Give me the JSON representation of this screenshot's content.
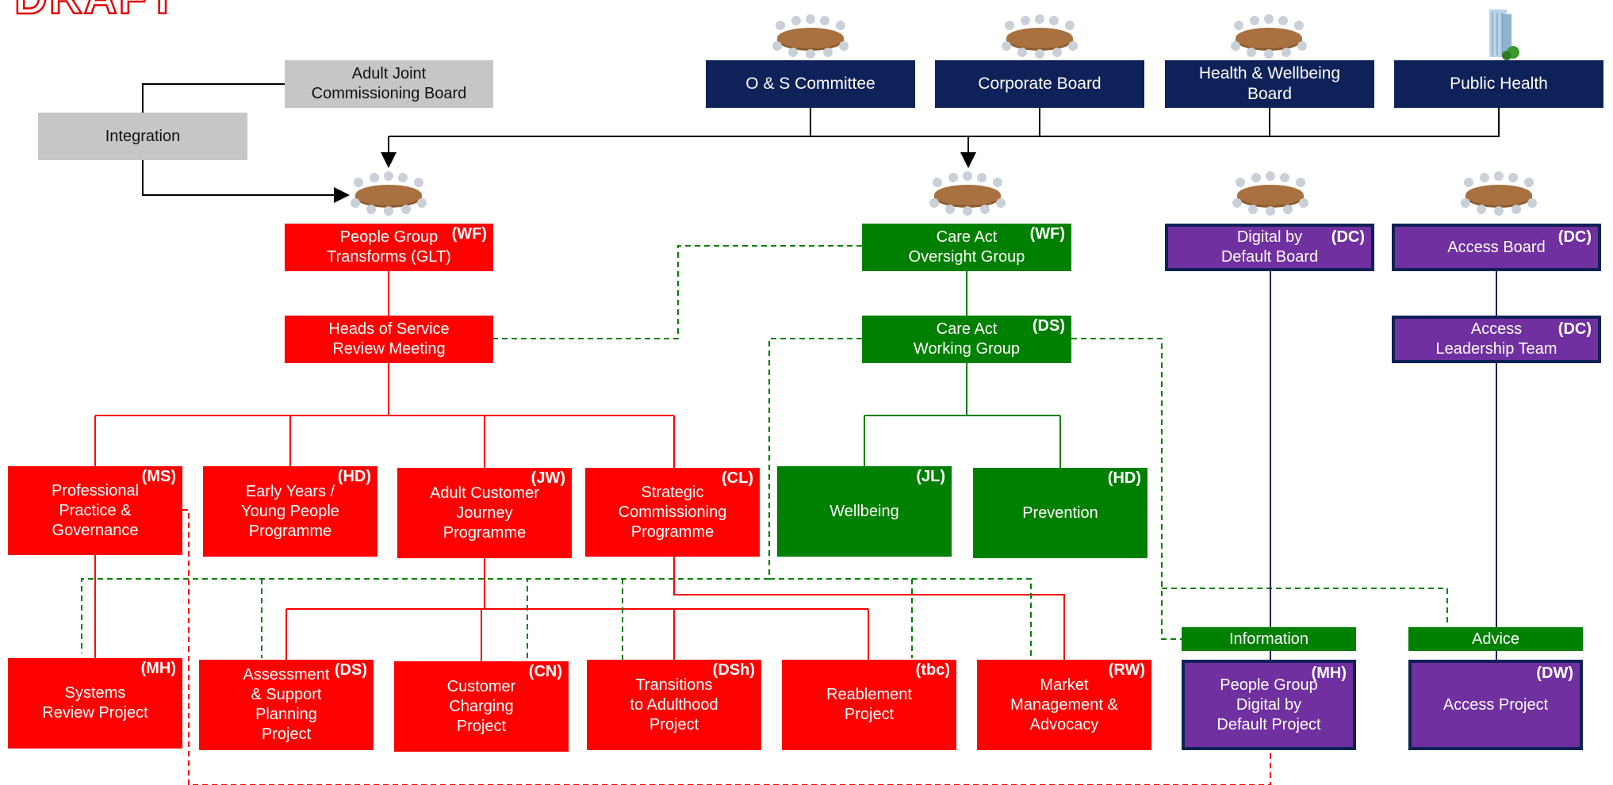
{
  "watermark": "DRAFT",
  "colors": {
    "navy": "#0e2158",
    "grey": "#c6c6c6",
    "red": "#ff0000",
    "green": "#008000",
    "purple": "#7030a0"
  },
  "top_boards": {
    "os_committee": "O & S Committee",
    "corporate_board": "Corporate Board",
    "health_wellbeing_board": "Health & Wellbeing\nBoard",
    "public_health": "Public Health"
  },
  "integration": {
    "adult_joint": "Adult Joint\nCommissioning Board",
    "integration": "Integration"
  },
  "people_stream": {
    "glt": {
      "label": "People Group\nTransforms (GLT)",
      "initials": "(WF)"
    },
    "heads_of_service": {
      "label": "Heads of Service\nReview Meeting"
    },
    "programmes": [
      {
        "label": "Professional\nPractice &\nGovernance",
        "initials": "(MS)"
      },
      {
        "label": "Early Years /\nYoung People\nProgramme",
        "initials": "(HD)"
      },
      {
        "label": "Adult Customer\nJourney\nProgramme",
        "initials": "(JW)"
      },
      {
        "label": "Strategic\nCommissioning\nProgramme",
        "initials": "(CL)"
      }
    ],
    "projects": [
      {
        "label": "Systems\nReview Project",
        "initials": "(MH)"
      },
      {
        "label": "Assessment\n& Support\nPlanning\nProject",
        "initials": "(DS)"
      },
      {
        "label": "Customer\nCharging\nProject",
        "initials": "(CN)"
      },
      {
        "label": "Transitions\nto Adulthood\nProject",
        "initials": "(DSh)"
      },
      {
        "label": "Reablement\nProject",
        "initials": "(tbc)"
      },
      {
        "label": "Market\nManagement &\nAdvocacy",
        "initials": "(RW)"
      }
    ]
  },
  "care_act_stream": {
    "oversight": {
      "label": "Care Act\nOversight Group",
      "initials": "(WF)"
    },
    "working": {
      "label": "Care Act\nWorking Group",
      "initials": "(DS)"
    },
    "wellbeing": {
      "label": "Wellbeing",
      "initials": "(JL)"
    },
    "prevention": {
      "label": "Prevention",
      "initials": "(HD)"
    }
  },
  "digital_stream": {
    "board": {
      "label": "Digital by\nDefault Board",
      "initials": "(DC)"
    },
    "information": "Information",
    "project": {
      "label": "People Group\nDigital by\nDefault Project",
      "initials": "(MH)"
    }
  },
  "access_stream": {
    "board": {
      "label": "Access Board",
      "initials": "(DC)"
    },
    "leadership": {
      "label": "Access\nLeadership Team",
      "initials": "(DC)"
    },
    "advice": "Advice",
    "project": {
      "label": "Access Project",
      "initials": "(DW)"
    }
  }
}
